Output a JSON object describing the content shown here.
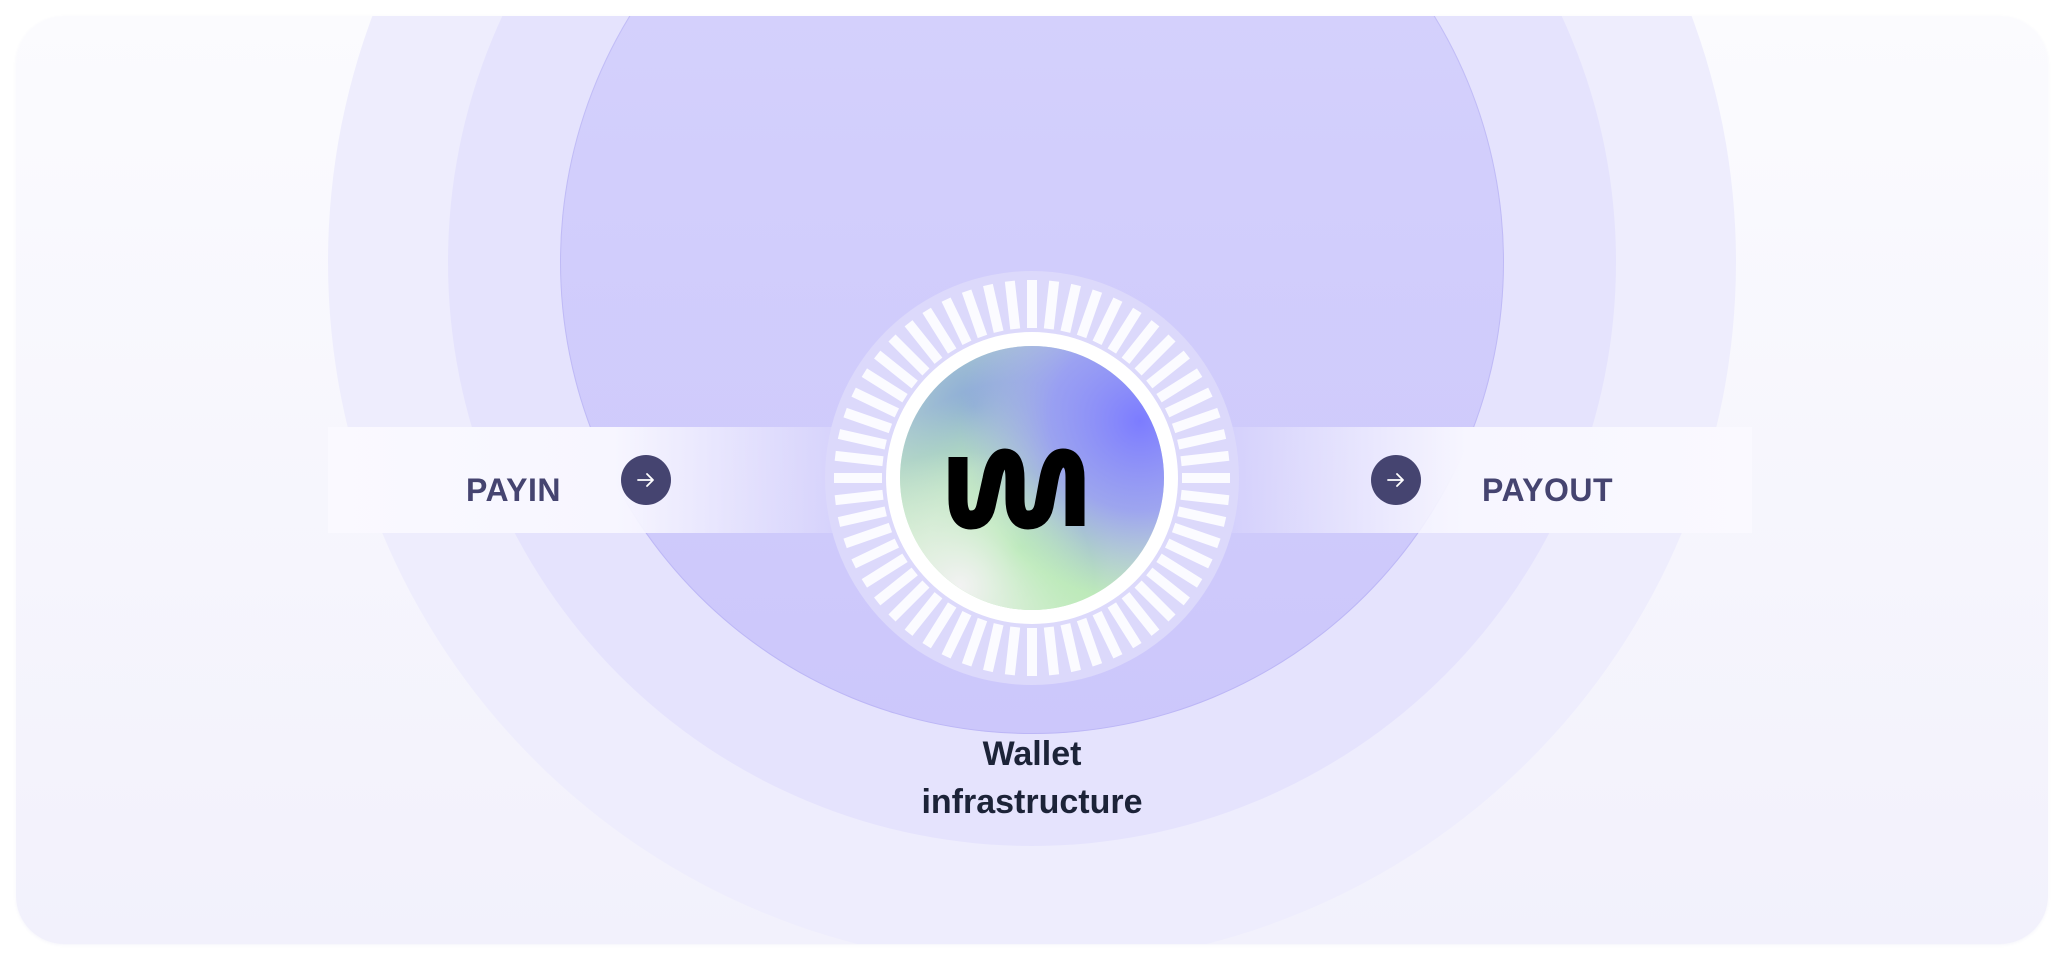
{
  "diagram": {
    "left_flow": {
      "label": "PAYIN",
      "arrow_icon": "arrow-right-icon"
    },
    "right_flow": {
      "label": "PAYOUT",
      "arrow_icon": "arrow-right-icon"
    },
    "center": {
      "logo_icon": "brand-logo-icon",
      "caption_line1": "Wallet",
      "caption_line2": "infrastructure"
    }
  },
  "colors": {
    "accent": "#454470",
    "ring_inner": "#d6d3fc",
    "ring_mid": "#e5e3fd",
    "ring_outer": "#eeedfd",
    "caption": "#1c2338"
  }
}
